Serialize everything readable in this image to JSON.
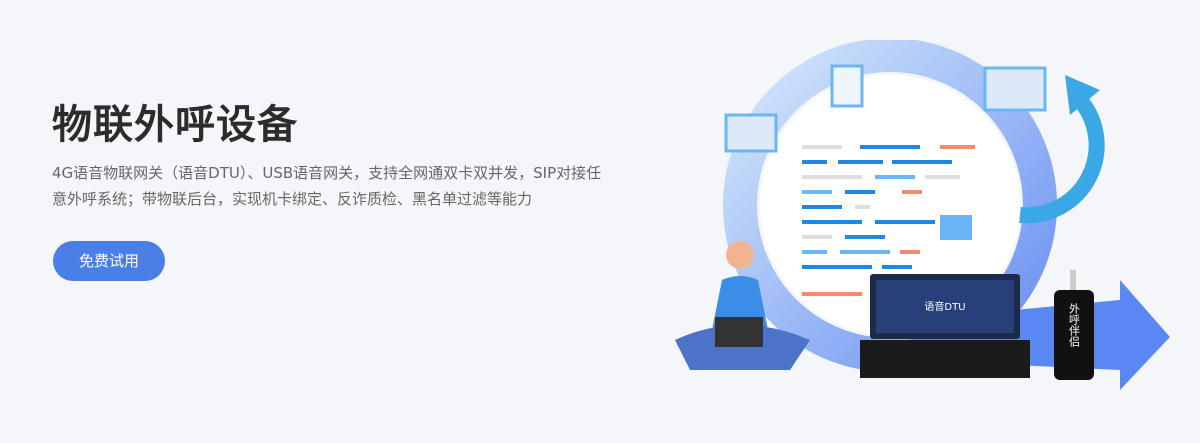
{
  "hero": {
    "title": "物联外呼设备",
    "description": "4G语音物联网关（语音DTU）、USB语音网关，支持全网通双卡双并发，SIP对接任意外呼系统；带物联后台，实现机卡绑定、反诈质检、黑名单过滤等能力",
    "cta_label": "免费试用"
  },
  "illustration": {
    "dtu_label": "语音DTU",
    "usb_label": "外呼伴侣"
  },
  "colors": {
    "accent": "#4a7fe8",
    "title": "#2c2c2c",
    "text": "#666666",
    "background": "#f5f6fa"
  }
}
